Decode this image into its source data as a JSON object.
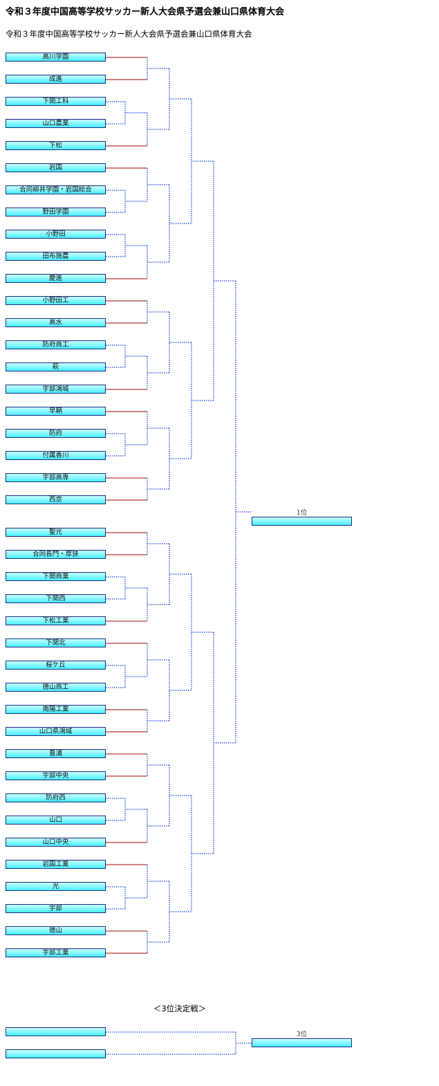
{
  "title": "令和３年度中国高等学校サッカー新人大会県予選会兼山口県体育大会",
  "subtitle": "令和３年度中国高等学校サッカー新人大会県予選会兼山口県体育大会",
  "teams": [
    "高川学園",
    "成進",
    "下関工科",
    "山口農業",
    "下松",
    "岩国",
    "合同柳井学園・岩国総合",
    "野田学園",
    "小野田",
    "田布施農",
    "慶進",
    "小野田工",
    "高水",
    "防府商工",
    "萩",
    "宇部鴻城",
    "早鞆",
    "防府",
    "付属香川",
    "宇部高専",
    "西京",
    "聖光",
    "合同長門・厚狭",
    "下関商業",
    "下関西",
    "下松工業",
    "下関北",
    "桜ケ丘",
    "徳山商工",
    "南陽工業",
    "山口県鴻城",
    "豊浦",
    "宇部中央",
    "防府西",
    "山口",
    "山口中央",
    "岩国工業",
    "光",
    "宇部",
    "徳山",
    "宇部工業"
  ],
  "final": {
    "label": "1位",
    "value": ""
  },
  "third_place": {
    "heading": "＜3位決定戦＞",
    "entrants": [
      "",
      ""
    ],
    "label": "3位",
    "value": ""
  },
  "colors": {
    "solid_line": "#b23a3a",
    "dotted_line": "#3c64e6",
    "box_border": "#1a2d80"
  }
}
